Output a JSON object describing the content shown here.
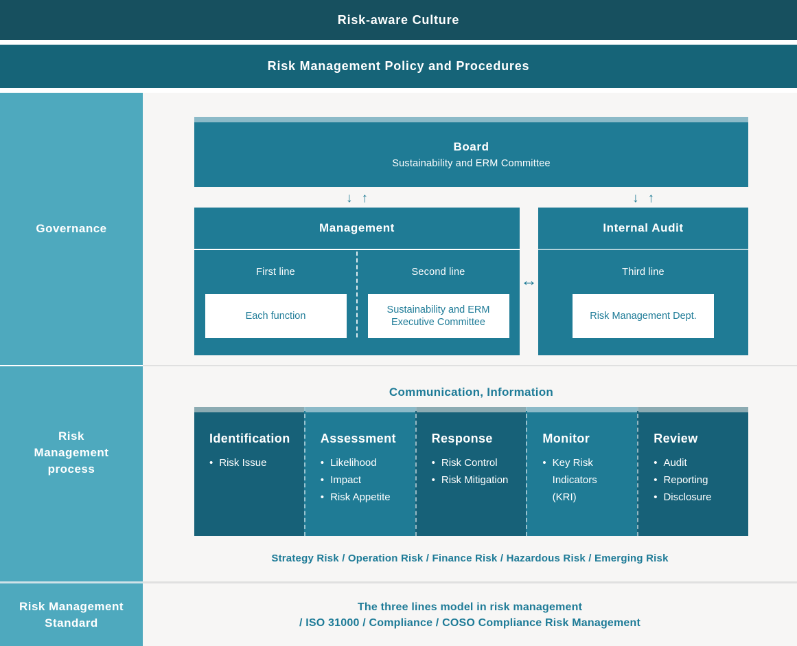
{
  "colors": {
    "banner_top_bg": "#17505f",
    "banner_second_bg": "#166478",
    "sidebar_bg": "#4ea9be",
    "sidebar_divider": "#cfe2e8",
    "main_bg": "#f7f6f5",
    "box_teal": "#1f7b95",
    "box_dark_teal": "#176178",
    "accent_text": "#1e7b97",
    "divider_gray": "#e0e0e0",
    "strip_light": "#8cbac8",
    "strip_dark": "#8cabb2"
  },
  "icons": {
    "down_arrow": "↓",
    "up_arrow": "↑",
    "left_right_arrow": "↔",
    "bullet": "•"
  },
  "banners": {
    "top": "Risk-aware Culture",
    "second": "Risk Management Policy and Procedures"
  },
  "sidebar": {
    "sections": [
      {
        "id": "governance",
        "lines": [
          "Governance"
        ]
      },
      {
        "id": "risk-management-process",
        "lines": [
          "Risk",
          "Management",
          "process"
        ]
      },
      {
        "id": "risk-management-standard",
        "lines": [
          "Risk Management",
          "Standard"
        ]
      }
    ]
  },
  "governance": {
    "board": {
      "title": "Board",
      "subtitle": "Sustainability and ERM Committee"
    },
    "management": {
      "title": "Management",
      "lines": [
        {
          "label": "First line",
          "box": "Each function"
        },
        {
          "label": "Second line",
          "box": "Sustainability and ERM Executive Committee"
        }
      ]
    },
    "internal_audit": {
      "title": "Internal Audit",
      "line_label": "Third line",
      "box": "Risk Management Dept."
    }
  },
  "process": {
    "header": "Communication, Information",
    "columns": [
      {
        "title": "Identification",
        "tone": "dark",
        "items": [
          "Risk Issue"
        ]
      },
      {
        "title": "Assessment",
        "tone": "light",
        "items": [
          "Likelihood",
          "Impact",
          "Risk Appetite"
        ]
      },
      {
        "title": "Response",
        "tone": "dark",
        "items": [
          "Risk Control",
          "Risk Mitigation"
        ]
      },
      {
        "title": "Monitor",
        "tone": "light",
        "items": [
          "Key Risk Indicators (KRI)"
        ]
      },
      {
        "title": "Review",
        "tone": "dark",
        "items": [
          "Audit",
          "Reporting",
          "Disclosure"
        ]
      }
    ],
    "risk_types": "Strategy Risk / Operation Risk / Finance Risk / Hazardous Risk / Emerging Risk"
  },
  "standard": {
    "lines": [
      "The three lines model in risk management",
      "/ ISO 31000 / Compliance / COSO Compliance Risk Management"
    ]
  }
}
